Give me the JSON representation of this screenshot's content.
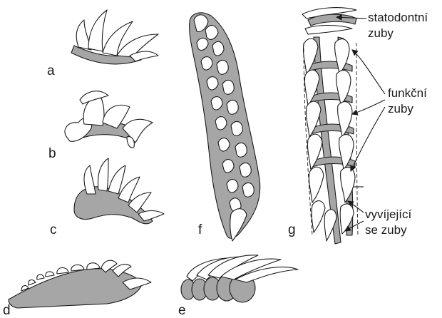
{
  "panel_labels": {
    "a": "a",
    "b": "b",
    "c": "c",
    "d": "d",
    "e": "e",
    "f": "f",
    "g": "g"
  },
  "annotations": {
    "stationary": [
      "statodontní",
      "zuby"
    ],
    "functional": [
      "funkční",
      "zuby"
    ],
    "developing": [
      "vyvíjející",
      "se zuby"
    ]
  },
  "colors": {
    "bone_fill": "#a6a6a6",
    "tooth_fill": "#ffffff",
    "outline": "#1a1a1a"
  }
}
